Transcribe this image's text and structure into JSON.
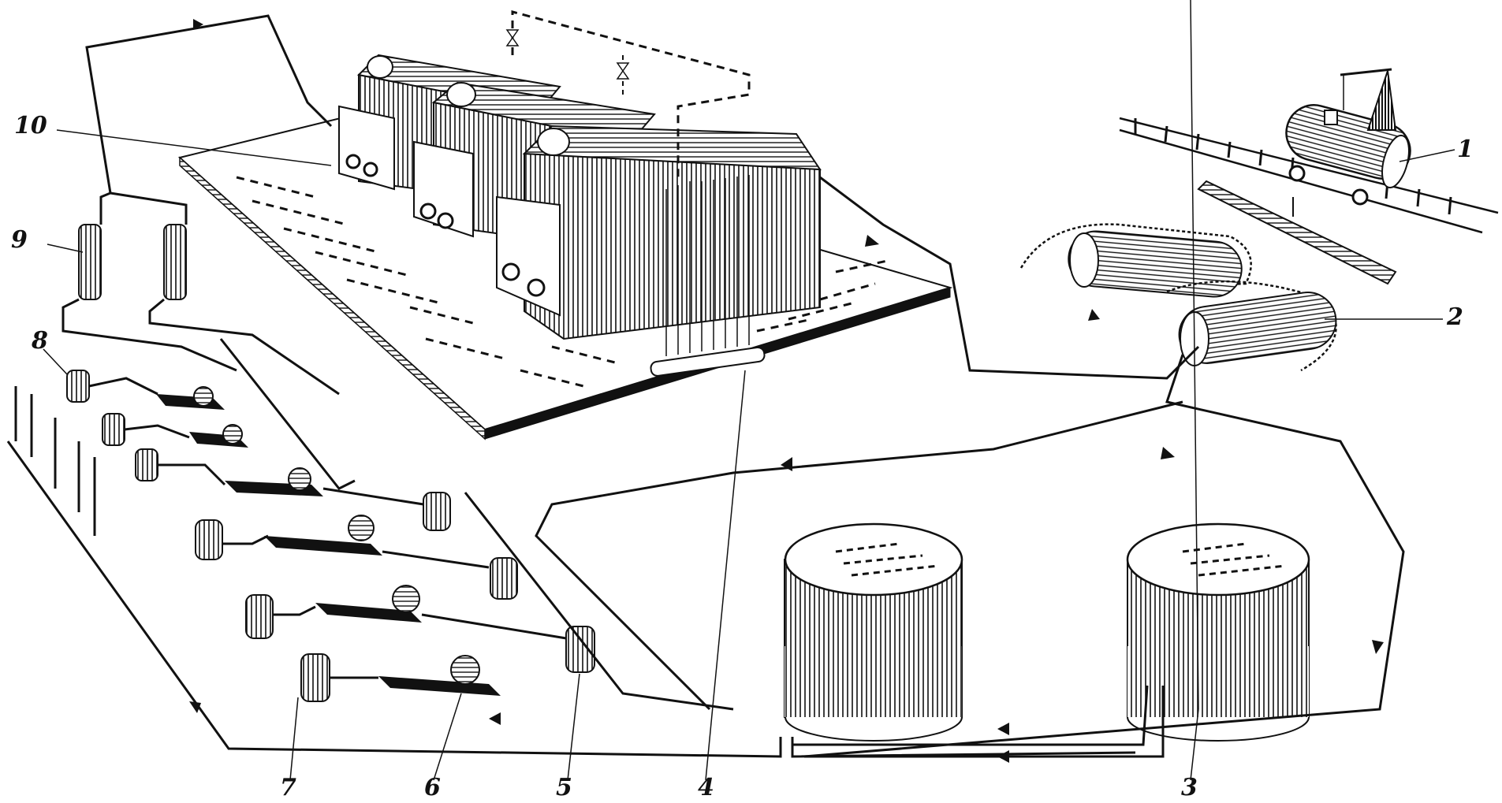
{
  "labels": {
    "n1": "1",
    "n2": "2",
    "n3": "3",
    "n4": "4",
    "n5": "5",
    "n6": "6",
    "n7": "7",
    "n8": "8",
    "n9": "9",
    "n10": "10"
  },
  "colors": {
    "ink": "#111111",
    "paper": "#ffffff"
  }
}
